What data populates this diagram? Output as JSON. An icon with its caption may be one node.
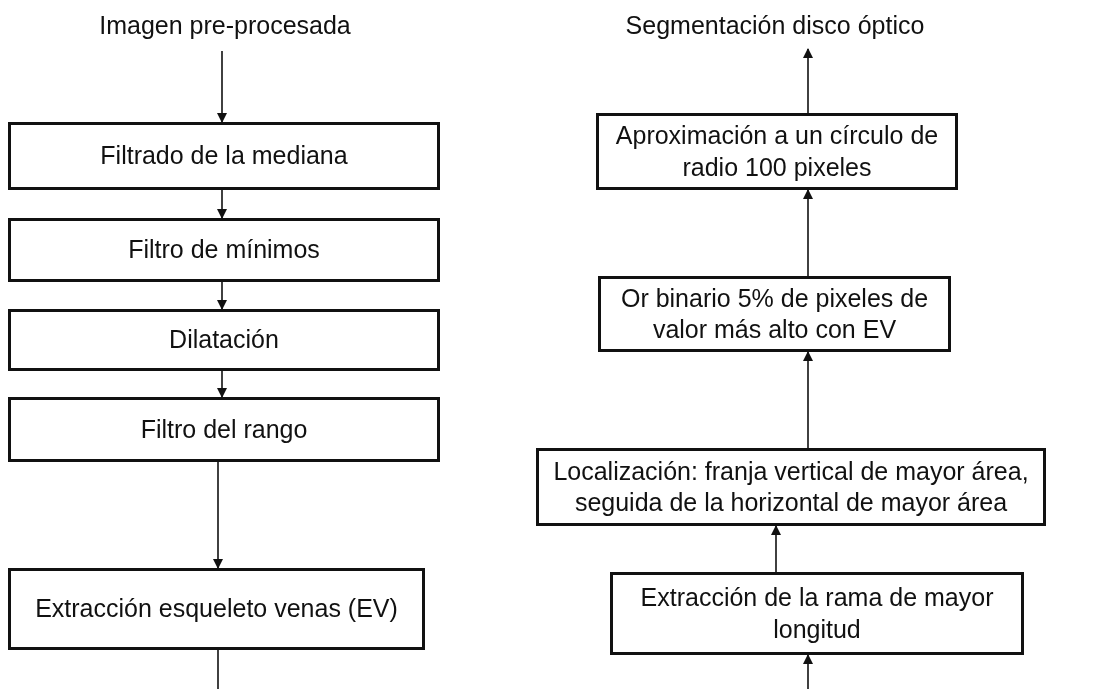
{
  "diagram": {
    "nodes": [
      {
        "text": [
          "Imagen pre-procesada"
        ]
      },
      {
        "text": [
          "Filtrado de la mediana"
        ]
      },
      {
        "text": [
          "Filtro de mínimos"
        ]
      },
      {
        "text": [
          "Dilatación"
        ]
      },
      {
        "text": [
          "Filtro del rango"
        ]
      },
      {
        "text": [
          "Extracción esqueleto venas (EV)"
        ]
      },
      {
        "text": [
          "Segmentación disco óptico"
        ]
      },
      {
        "text": [
          "Aproximación a un círculo de radio 100 pixeles"
        ]
      },
      {
        "text": [
          "Or binario 5% de pixeles de valor más alto con EV"
        ]
      },
      {
        "text": [
          "Localización: franja vertical de mayor área, seguida de la horizontal de mayor área"
        ]
      },
      {
        "text": [
          "Extracción de la rama de mayor longitud"
        ]
      }
    ],
    "edges": [
      {
        "from": 0,
        "to": 1,
        "arrow": "to"
      },
      {
        "from": 1,
        "to": 2,
        "arrow": "to"
      },
      {
        "from": 2,
        "to": 3,
        "arrow": "to"
      },
      {
        "from": 3,
        "to": 4,
        "arrow": "to"
      },
      {
        "from": 4,
        "to": 5,
        "arrow": "to"
      },
      {
        "from": 5,
        "to": null,
        "arrow": "none"
      },
      {
        "from": null,
        "to": 10,
        "arrow": "to"
      },
      {
        "from": 10,
        "to": 9,
        "arrow": "to"
      },
      {
        "from": 9,
        "to": 8,
        "arrow": "to"
      },
      {
        "from": 8,
        "to": 7,
        "arrow": "to"
      },
      {
        "from": 7,
        "to": 6,
        "arrow": "to"
      }
    ]
  }
}
